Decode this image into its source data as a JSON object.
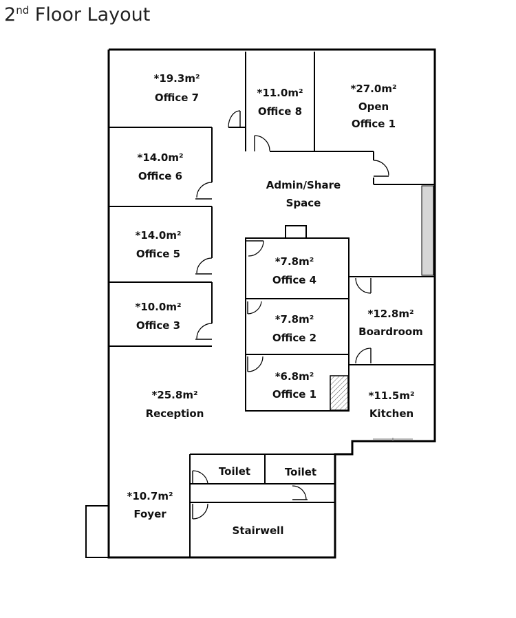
{
  "title": {
    "text": "2",
    "sup": "nd",
    "rest": " Floor Layout"
  },
  "rooms": {
    "office7": {
      "area": "*19.3m²",
      "name": "Office 7"
    },
    "office8": {
      "area": "*11.0m²",
      "name": "Office 8"
    },
    "open_office1": {
      "area": "*27.0m²",
      "name1": "Open",
      "name2": "Office 1"
    },
    "office6": {
      "area": "*14.0m²",
      "name": "Office 6"
    },
    "admin": {
      "name1": "Admin/Share",
      "name2": "Space"
    },
    "office5": {
      "area": "*14.0m²",
      "name": "Office 5"
    },
    "office4": {
      "area": "*7.8m²",
      "name": "Office 4"
    },
    "office3": {
      "area": "*10.0m²",
      "name": "Office 3"
    },
    "office2": {
      "area": "*7.8m²",
      "name": "Office 2"
    },
    "boardroom": {
      "area": "*12.8m²",
      "name": "Boardroom"
    },
    "office1": {
      "area": "*6.8m²",
      "name": "Office 1"
    },
    "reception": {
      "area": "*25.8m²",
      "name": "Reception"
    },
    "kitchen": {
      "area": "*11.5m²",
      "name": "Kitchen"
    },
    "toilet_left": {
      "name": "Toilet"
    },
    "toilet_right": {
      "name": "Toilet"
    },
    "foyer": {
      "area": "*10.7m²",
      "name": "Foyer"
    },
    "stairwell": {
      "name": "Stairwell"
    }
  }
}
